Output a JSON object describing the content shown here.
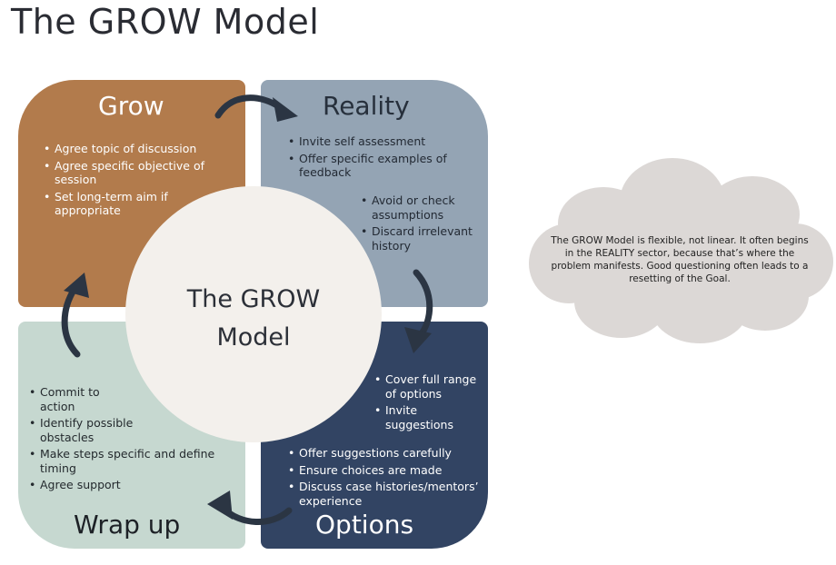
{
  "page": {
    "title": "The GROW Model"
  },
  "quadrants": {
    "grow": {
      "title": "Grow",
      "color": "#b27b4c",
      "bullets": [
        "Agree topic of discussion",
        "Agree specific objective of session",
        "Set long-term aim if appropriate"
      ]
    },
    "reality": {
      "title": "Reality",
      "color": "#94a4b4",
      "bullets_top": [
        "Invite self assessment",
        "Offer specific examples of feedback"
      ],
      "bullets_bottom": [
        "Avoid or check assumptions",
        "Discard irrelevant history"
      ]
    },
    "options": {
      "title": "Options",
      "color": "#324463",
      "bullets_top": [
        "Cover full range of options",
        "Invite suggestions"
      ],
      "bullets_bottom": [
        "Offer suggestions carefully",
        "Ensure choices are made",
        "Discuss case histories/mentors’ experience"
      ]
    },
    "wrap_up": {
      "title": "Wrap up",
      "color": "#c6d8d0",
      "bullets": [
        "Commit to action",
        "Identify possible obstacles",
        "Make steps specific and define timing",
        "Agree support"
      ]
    }
  },
  "center": {
    "label": "The GROW\nModel",
    "color": "#f3f0ec"
  },
  "cloud": {
    "text": "The GROW Model is flexible, not linear. It often begins in the REALITY sector, because that’s where the problem manifests. Good questioning often leads to a resetting of the Goal.",
    "color": "#dcd8d6"
  },
  "arrows": {
    "color": "#2b3543",
    "icons": [
      "grow-to-reality-arrow",
      "reality-to-options-arrow",
      "options-to-wrap-up-arrow",
      "wrap-up-to-grow-arrow"
    ]
  }
}
